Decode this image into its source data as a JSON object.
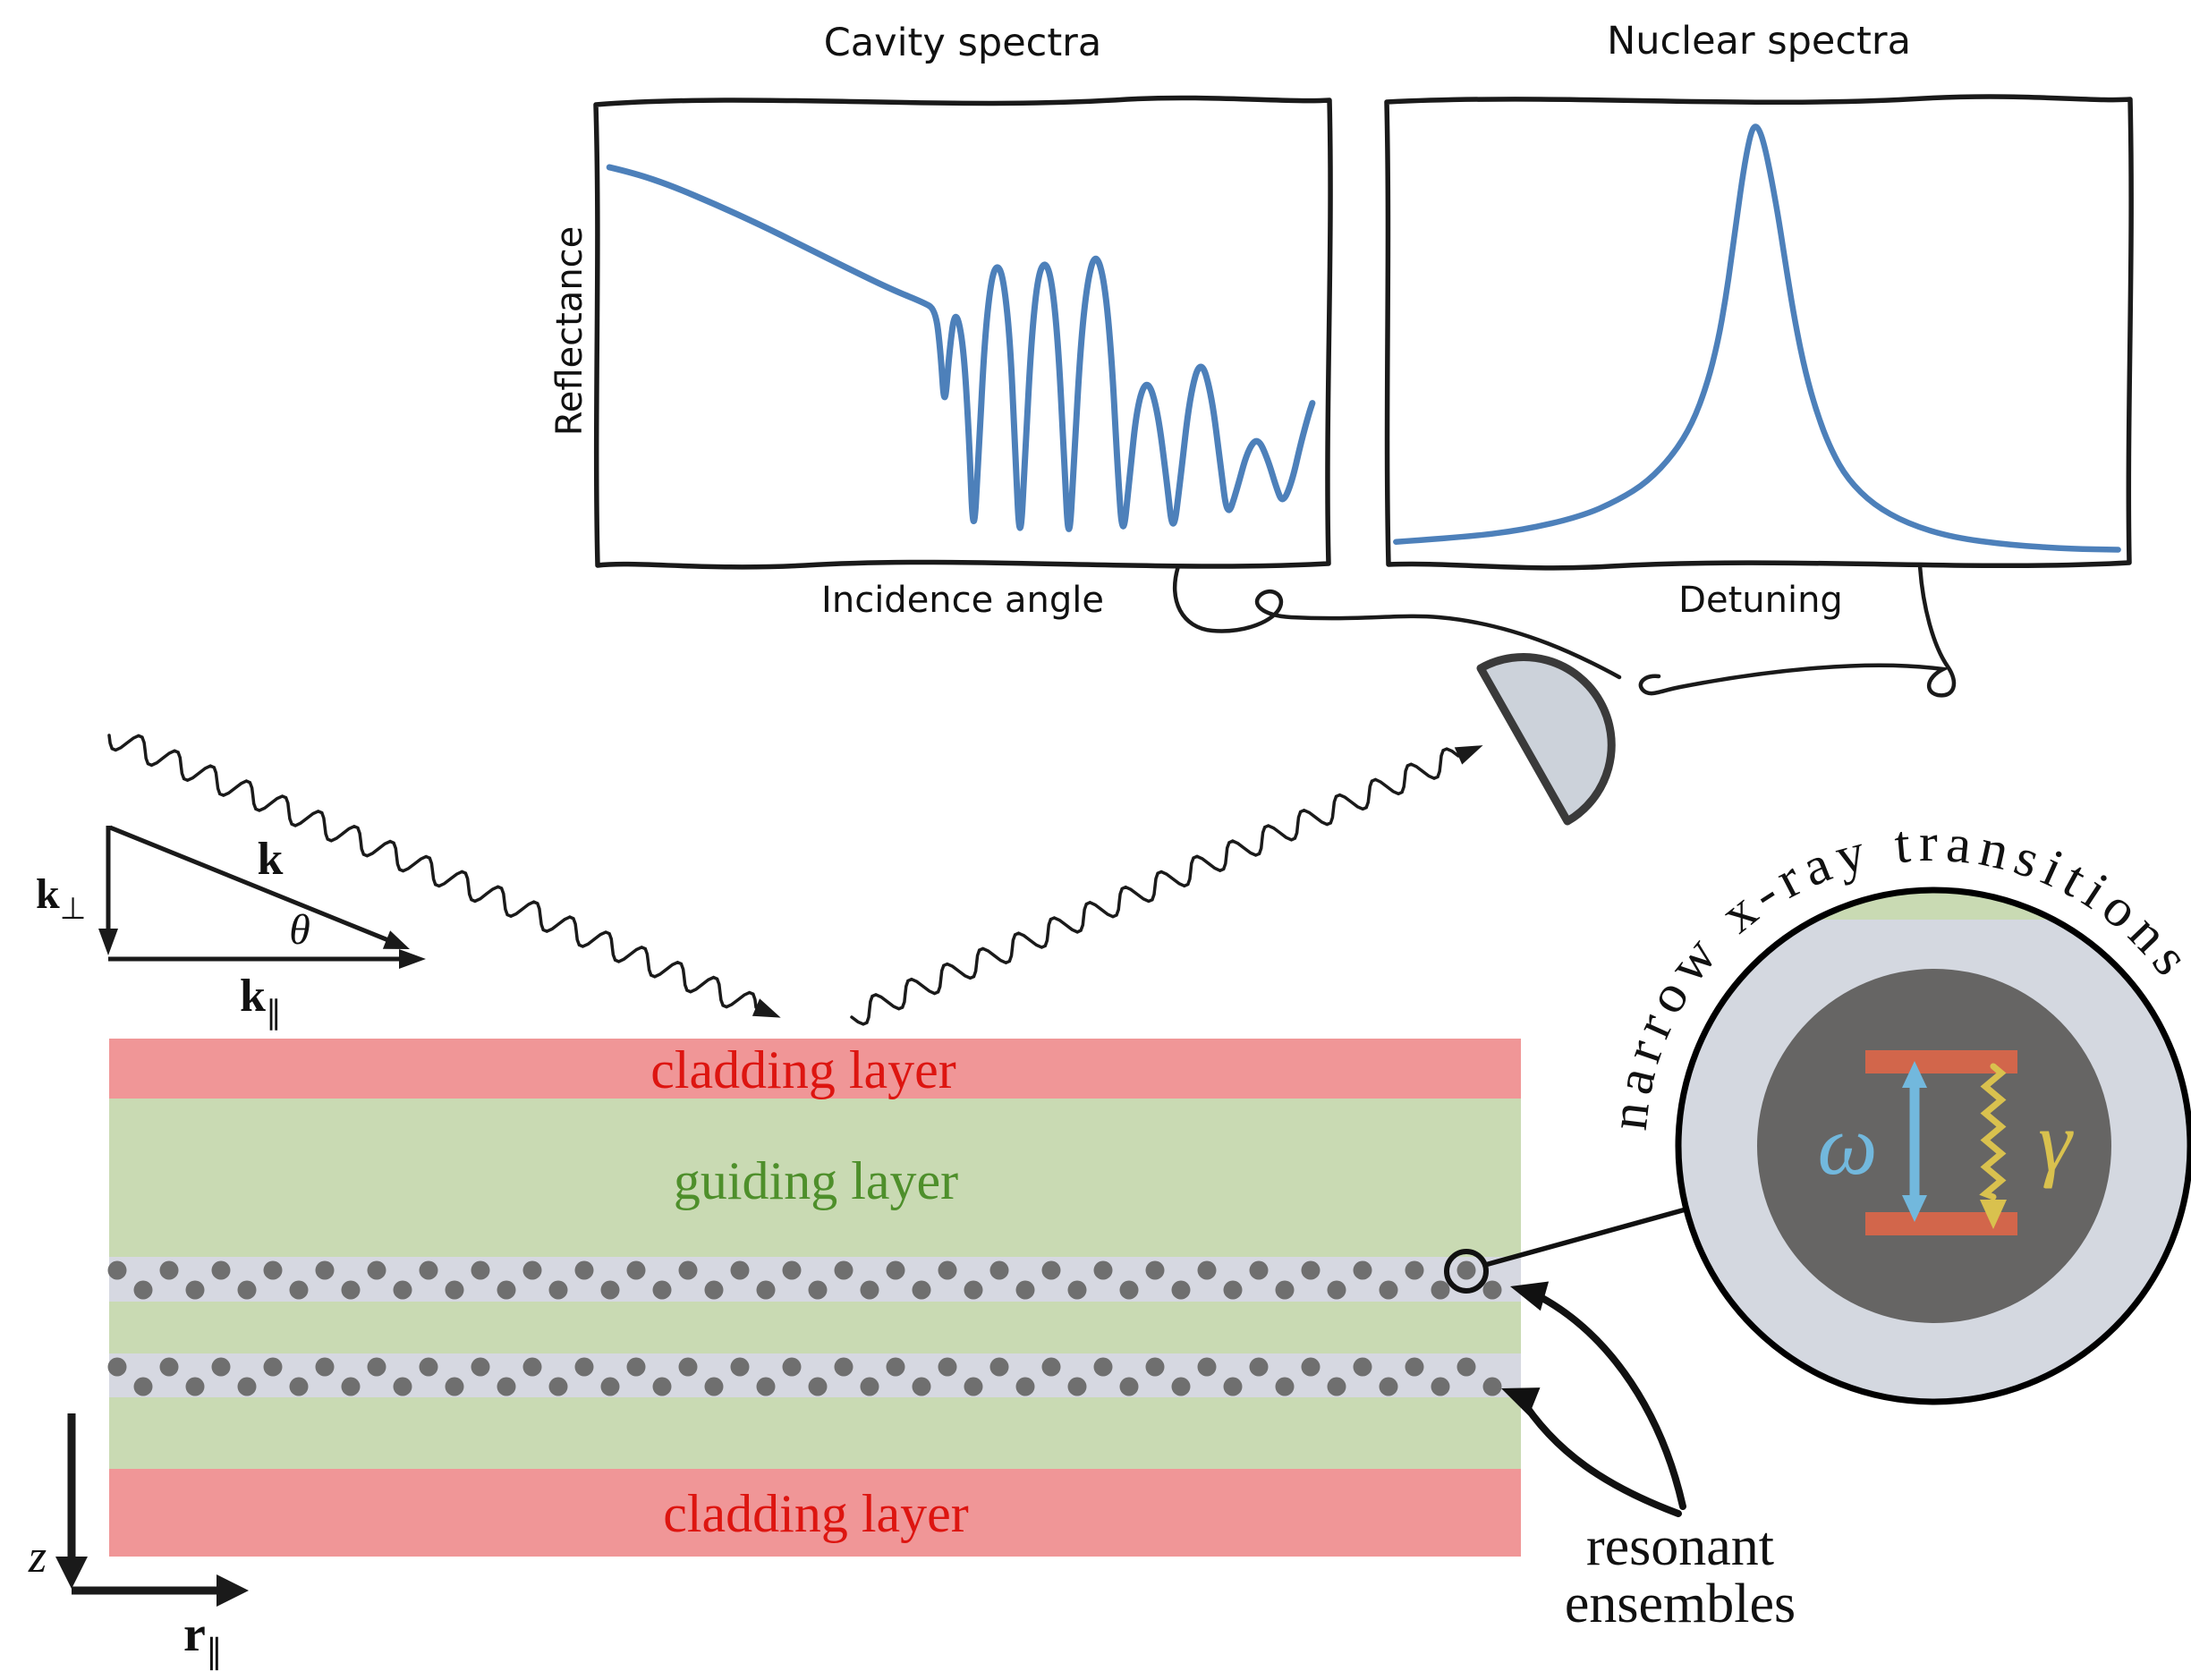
{
  "plots": {
    "cavity": {
      "title": "Cavity spectra",
      "ylabel": "Reflectance",
      "xlabel": "Incidence angle"
    },
    "nuclear": {
      "title": "Nuclear spectra",
      "ylabel": "",
      "xlabel": "Detuning"
    }
  },
  "chart_data": [
    {
      "type": "line",
      "id": "cavity",
      "title": "Cavity spectra",
      "xlabel": "Incidence angle",
      "ylabel": "Reflectance",
      "axis_ticks": "none (sketch)",
      "x_range": [
        0,
        1
      ],
      "y_range_fraction_from_top": [
        0,
        1
      ],
      "points": [
        [
          0.015,
          0.145
        ],
        [
          0.05,
          0.158
        ],
        [
          0.1,
          0.185
        ],
        [
          0.16,
          0.225
        ],
        [
          0.22,
          0.268
        ],
        [
          0.28,
          0.315
        ],
        [
          0.34,
          0.362
        ],
        [
          0.4,
          0.408
        ],
        [
          0.445,
          0.437
        ],
        [
          0.462,
          0.452
        ],
        [
          0.469,
          0.54
        ],
        [
          0.4745,
          0.675
        ],
        [
          0.481,
          0.545
        ],
        [
          0.489,
          0.448
        ],
        [
          0.5,
          0.52
        ],
        [
          0.508,
          0.72
        ],
        [
          0.514,
          0.962
        ],
        [
          0.521,
          0.78
        ],
        [
          0.529,
          0.53
        ],
        [
          0.538,
          0.39
        ],
        [
          0.547,
          0.352
        ],
        [
          0.556,
          0.39
        ],
        [
          0.565,
          0.53
        ],
        [
          0.572,
          0.78
        ],
        [
          0.578,
          0.973
        ],
        [
          0.585,
          0.78
        ],
        [
          0.593,
          0.53
        ],
        [
          0.602,
          0.385
        ],
        [
          0.612,
          0.345
        ],
        [
          0.622,
          0.39
        ],
        [
          0.631,
          0.54
        ],
        [
          0.639,
          0.79
        ],
        [
          0.645,
          0.973
        ],
        [
          0.652,
          0.79
        ],
        [
          0.661,
          0.53
        ],
        [
          0.671,
          0.385
        ],
        [
          0.682,
          0.328
        ],
        [
          0.694,
          0.39
        ],
        [
          0.704,
          0.56
        ],
        [
          0.712,
          0.8
        ],
        [
          0.719,
          0.958
        ],
        [
          0.728,
          0.82
        ],
        [
          0.739,
          0.655
        ],
        [
          0.753,
          0.6
        ],
        [
          0.767,
          0.672
        ],
        [
          0.779,
          0.82
        ],
        [
          0.788,
          0.947
        ],
        [
          0.798,
          0.82
        ],
        [
          0.811,
          0.638
        ],
        [
          0.826,
          0.556
        ],
        [
          0.841,
          0.638
        ],
        [
          0.853,
          0.79
        ],
        [
          0.8625,
          0.906
        ],
        [
          0.875,
          0.845
        ],
        [
          0.89,
          0.758
        ],
        [
          0.904,
          0.728
        ],
        [
          0.918,
          0.777
        ],
        [
          0.93,
          0.84
        ],
        [
          0.9385,
          0.872
        ],
        [
          0.951,
          0.825
        ],
        [
          0.963,
          0.743
        ],
        [
          0.9735,
          0.682
        ],
        [
          0.979,
          0.655
        ]
      ]
    },
    {
      "type": "line",
      "id": "nuclear",
      "title": "Nuclear spectra",
      "xlabel": "Detuning",
      "ylabel": "",
      "axis_ticks": "none (sketch)",
      "x_range": [
        0,
        1
      ],
      "y_range_fraction_from_top": [
        0,
        1
      ],
      "points": [
        [
          0.01,
          0.955
        ],
        [
          0.1,
          0.945
        ],
        [
          0.18,
          0.93
        ],
        [
          0.26,
          0.9
        ],
        [
          0.31,
          0.865
        ],
        [
          0.35,
          0.825
        ],
        [
          0.385,
          0.765
        ],
        [
          0.41,
          0.7
        ],
        [
          0.43,
          0.615
        ],
        [
          0.445,
          0.52
        ],
        [
          0.455,
          0.43
        ],
        [
          0.463,
          0.34
        ],
        [
          0.471,
          0.245
        ],
        [
          0.479,
          0.155
        ],
        [
          0.487,
          0.085
        ],
        [
          0.493,
          0.055
        ],
        [
          0.5,
          0.06
        ],
        [
          0.508,
          0.1
        ],
        [
          0.517,
          0.17
        ],
        [
          0.527,
          0.26
        ],
        [
          0.538,
          0.375
        ],
        [
          0.55,
          0.49
        ],
        [
          0.563,
          0.59
        ],
        [
          0.578,
          0.675
        ],
        [
          0.597,
          0.755
        ],
        [
          0.62,
          0.82
        ],
        [
          0.655,
          0.875
        ],
        [
          0.7,
          0.915
        ],
        [
          0.76,
          0.945
        ],
        [
          0.84,
          0.962
        ],
        [
          0.92,
          0.97
        ],
        [
          0.985,
          0.972
        ]
      ]
    }
  ],
  "wavevector_diagram": {
    "k": "k",
    "k_perp_base": "k",
    "k_perp_sub": "⊥",
    "k_par_base": "k",
    "k_par_sub": "∥",
    "theta": "θ"
  },
  "layers": {
    "top_cladding": "cladding layer",
    "guiding": "guiding layer",
    "bottom_cladding": "cladding layer"
  },
  "axes": {
    "z": "z",
    "r_base": "r",
    "r_sub": "∥"
  },
  "annotation": {
    "line1": "resonant",
    "line2": "ensembles"
  },
  "inset": {
    "caption": "narrow x-ray transitions",
    "omega": "ω",
    "gamma": "γ"
  },
  "palette": {
    "curve": "#4d80ba",
    "line_black": "#1a1a1a",
    "cladding_fill": "#f09697",
    "cladding_text": "#dd1510",
    "guiding_fill": "#c9dab3",
    "guiding_text": "#4e8f2b",
    "ensemble_fill": "#d6d8e1",
    "dot": "#6f6f6f",
    "detector_fill": "#ccd2da",
    "detector_stroke": "#3a3a3a",
    "inset_ring": "#d4d8e0",
    "nucleus": "#666564",
    "level_bar": "#d2664b",
    "omega_blue": "#72b8dd",
    "gamma_yellow": "#d9c14e"
  }
}
